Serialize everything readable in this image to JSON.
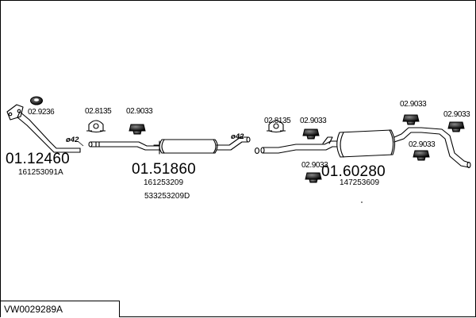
{
  "diagram": {
    "reference": "VW0029289A",
    "sections": [
      {
        "part_number": "01.12460",
        "oe_numbers": [
          "161253091A"
        ]
      },
      {
        "part_number": "01.51860",
        "oe_numbers": [
          "161253209",
          "533253209D"
        ]
      },
      {
        "part_number": "01.60280",
        "oe_numbers": [
          "147253609"
        ]
      }
    ],
    "pipe_diameters": [
      "ø42",
      "ø42"
    ],
    "hardware_labels": [
      "02.9236",
      "02.8135",
      "02.9033",
      "02.8135",
      "02.9033",
      "02.9033",
      "02.9033",
      "02.9033",
      "02.9033"
    ]
  },
  "colors": {
    "line": "#000000",
    "background": "#ffffff"
  },
  "icons": [
    "exhaust-gasket-icon",
    "exhaust-clamp-icon",
    "rubber-hanger-icon"
  ]
}
